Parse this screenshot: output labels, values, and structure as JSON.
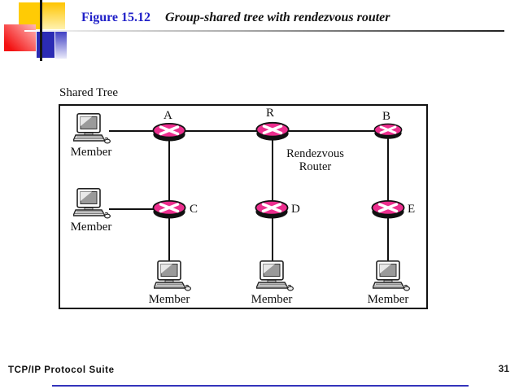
{
  "header": {
    "figure_label": "Figure 15.12",
    "figure_title": "Group-shared tree with rendezvous router"
  },
  "diagram": {
    "caption": "Shared Tree",
    "routers": [
      {
        "label": "A"
      },
      {
        "label": "R"
      },
      {
        "label": "B"
      },
      {
        "label": "C"
      },
      {
        "label": "D"
      },
      {
        "label": "E"
      }
    ],
    "rendezvous": {
      "line1": "Rendezvous",
      "line2": "Router"
    },
    "members": [
      "Member",
      "Member",
      "Member",
      "Member",
      "Member"
    ]
  },
  "footer": {
    "left_text": "TCP/IP Protocol Suite",
    "page_number": "31"
  },
  "colors": {
    "router_pink": "#EC2E8E",
    "title_blue": "#2020C8",
    "accent_bar_blue": "#3333BB"
  }
}
